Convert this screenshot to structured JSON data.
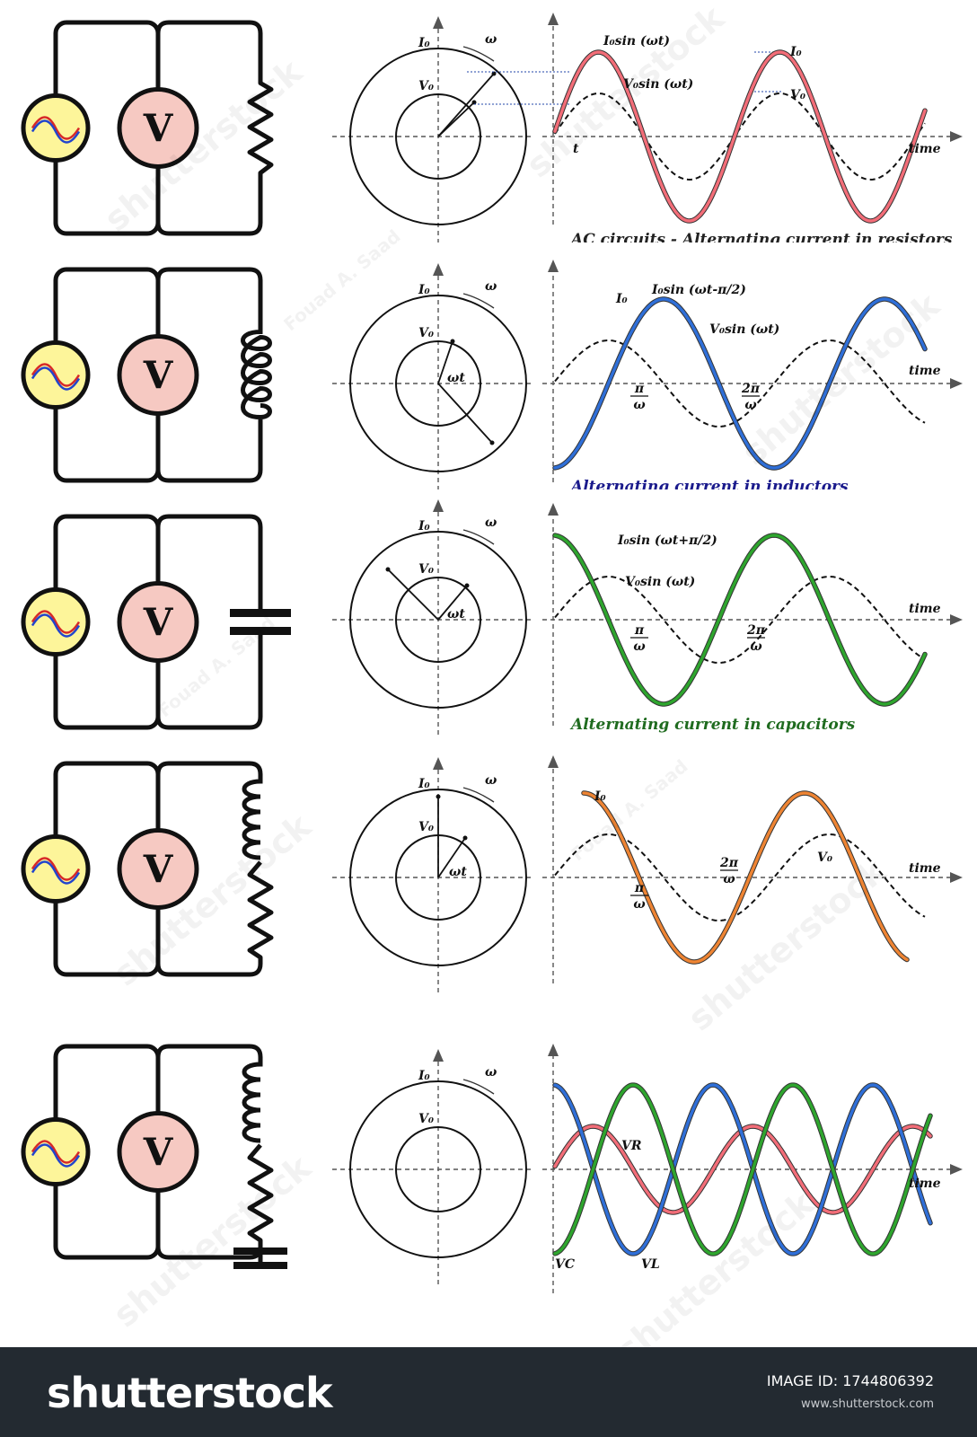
{
  "panels": [
    {
      "caption": "AC circuits - Alternating current in resistors",
      "caption_color": "#222222",
      "current_label": "I₀sin (ωt)",
      "voltage_label": "V₀sin (ωt)",
      "peak_current": "I₀",
      "peak_voltage": "V₀",
      "t_label": "t",
      "time_label": "time",
      "omega": "ω",
      "i0": "I₀",
      "v0": "V₀"
    },
    {
      "caption": "Alternating current in inductors",
      "caption_color": "#1a1a8c",
      "current_label": "I₀sin (ωt-π/2)",
      "voltage_label": "V₀sin (ωt)",
      "peak_current": "I₀",
      "omega_t": "ωt",
      "pi": "π",
      "two_pi": "2π",
      "den": "ω",
      "time_label": "time",
      "omega": "ω",
      "i0": "I₀",
      "v0": "V₀"
    },
    {
      "caption": "Alternating current in capacitors",
      "caption_color": "#1f6b1f",
      "current_label": "I₀sin (ωt+π/2)",
      "voltage_label": "V₀sin (ωt)",
      "omega_t": "ωt",
      "pi": "π",
      "two_pi": "2π",
      "den": "ω",
      "time_label": "time",
      "omega": "ω",
      "i0": "I₀",
      "v0": "V₀"
    },
    {
      "peak_current": "I₀",
      "peak_voltage": "V₀",
      "omega_t": "ωt",
      "pi": "π",
      "two_pi": "2π",
      "den": "ω",
      "time_label": "time",
      "omega": "ω",
      "i0": "I₀",
      "v0": "V₀"
    },
    {
      "vr": "VR",
      "vc": "VC",
      "vl": "VL",
      "time_label": "time",
      "omega": "ω",
      "i0": "I₀",
      "v0": "V₀"
    }
  ],
  "meter_letter": "V",
  "colors": {
    "resistor": "#f26d78",
    "inductor": "#2f6fd8",
    "capacitor": "#2ea52e",
    "rl": "#ee8433",
    "vr": "#f26d78",
    "vc": "#2ea52e",
    "vl": "#2f6fd8",
    "source_fill": "#fdf59a",
    "meter_fill": "#f6c9c2"
  },
  "watermarks": [
    "shutterstock",
    "Fouad A. Saad"
  ],
  "footer": {
    "brand": "shutterstock",
    "image_id": "IMAGE ID: 1744806392",
    "site": "www.shutterstock.com"
  }
}
